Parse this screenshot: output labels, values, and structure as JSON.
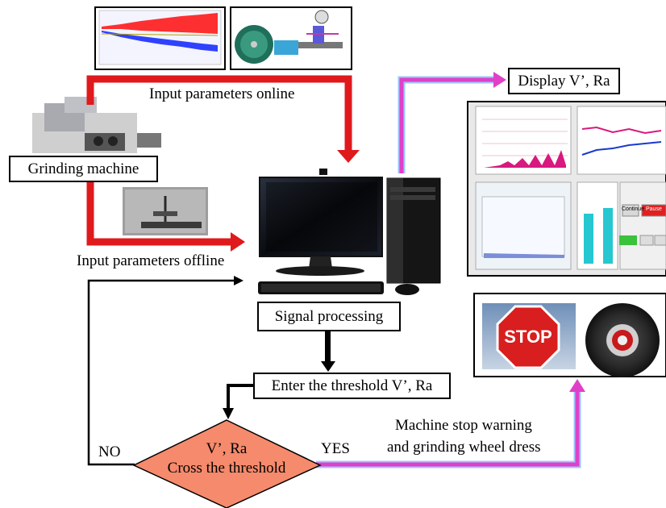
{
  "nodes": {
    "grinding_machine": "Grinding machine",
    "display": "Display  V’, Ra",
    "signal_processing": "Signal processing",
    "threshold_entry": "Enter the threshold  V’, Ra",
    "decision_line1": "V’, Ra",
    "decision_line2": "Cross the threshold"
  },
  "edges": {
    "online": "Input parameters online",
    "offline": "Input parameters offline",
    "no": "NO",
    "yes": "YES",
    "warning_line1": "Machine stop warning",
    "warning_line2": "and grinding wheel dress"
  },
  "panels": {
    "hmi_continue": "Continue",
    "hmi_pause": "Pause",
    "stop_sign": "STOP"
  },
  "colors": {
    "red_arrow": "#e0191c",
    "pink_arrow": "#e040c8",
    "blue_glow": "#6aa6ff",
    "diamond_fill": "#f58a6c",
    "panel_bg": "#e9e9e9"
  }
}
